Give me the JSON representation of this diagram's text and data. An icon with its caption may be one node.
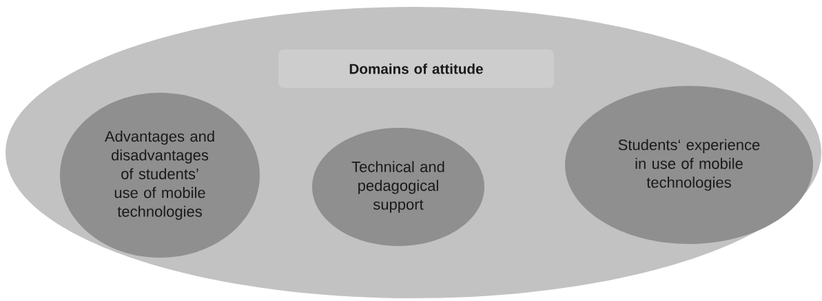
{
  "diagram": {
    "nodes": [
      {
        "text": [],
        "shape": "ellipse"
      },
      {
        "text": [
          "Domains of attitude"
        ],
        "in": 0
      },
      {
        "text": [
          "Advantages and disadvantages of students’ use of mobile technologies"
        ],
        "in": 0
      },
      {
        "text": [
          "Technical and pedagogical support"
        ],
        "in": 0
      },
      {
        "text": [
          "Students‘ experience in use of mobile technologies"
        ],
        "in": 0
      }
    ]
  }
}
